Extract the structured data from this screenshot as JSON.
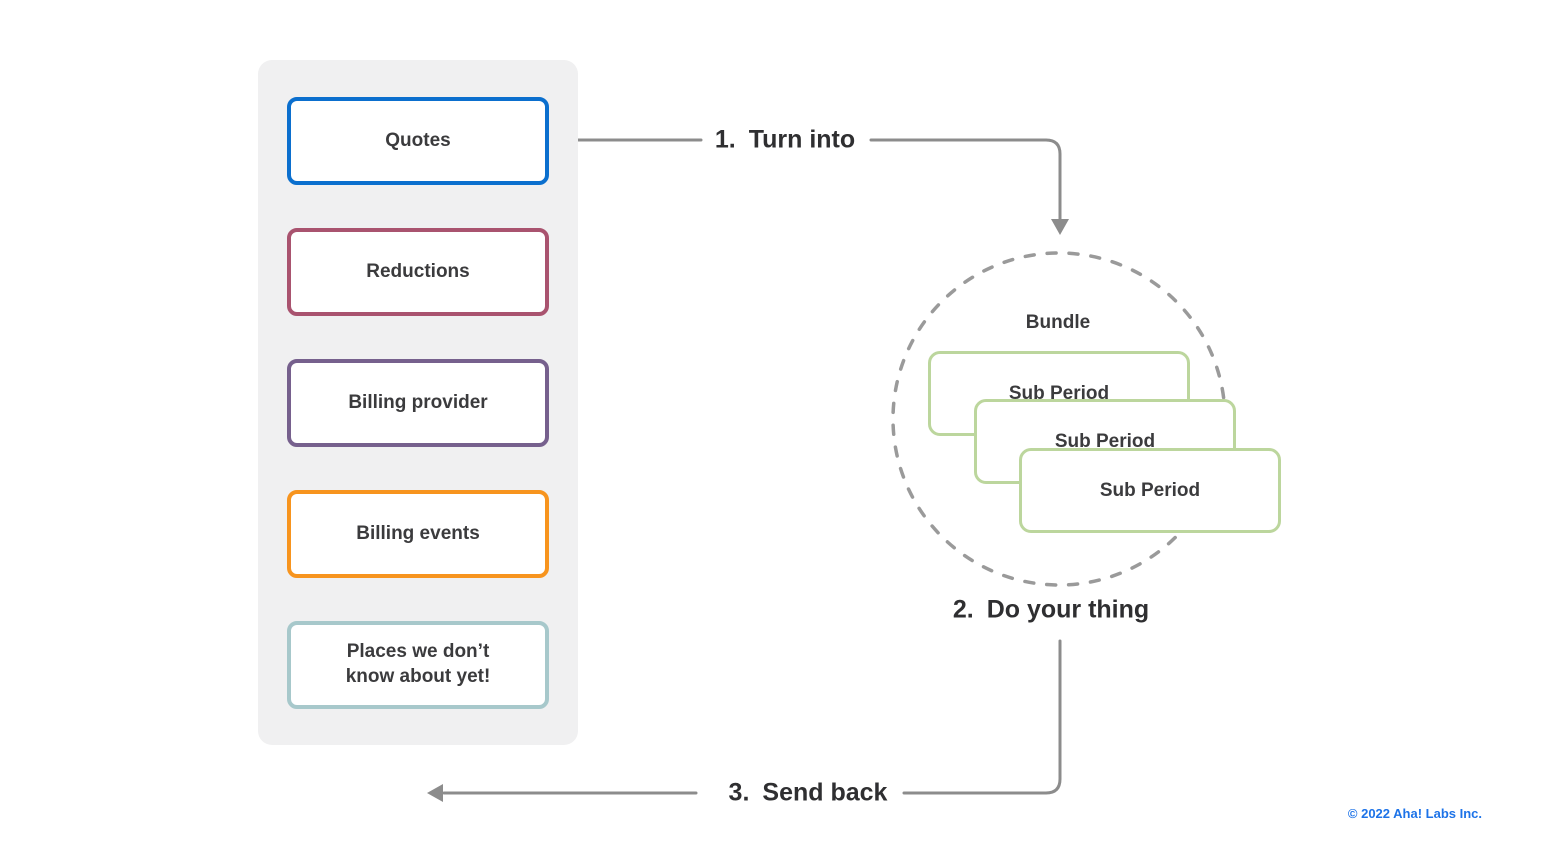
{
  "colors": {
    "panel_bg": "#f0f0f1",
    "arrow": "#8c8c8c",
    "circle": "#9a9a9a",
    "card_border": "#bcd69d",
    "text": "#3b3b3d",
    "step_text": "#2f2f31",
    "copyright": "#1d73e8"
  },
  "panel": {
    "boxes": [
      {
        "label": "Quotes",
        "border_color": "#0b6fce"
      },
      {
        "label": "Reductions",
        "border_color": "#a9536f"
      },
      {
        "label": "Billing provider",
        "border_color": "#76608d"
      },
      {
        "label": "Billing events",
        "border_color": "#f7941e"
      },
      {
        "label": "Places we don’t\nknow about yet!",
        "border_color": "#a7c8cb"
      }
    ]
  },
  "steps": [
    {
      "number": "1.",
      "text": "Turn into"
    },
    {
      "number": "2.",
      "text": "Do your thing"
    },
    {
      "number": "3.",
      "text": "Send back"
    }
  ],
  "bundle": {
    "label": "Bundle",
    "cards": [
      "Sub Period",
      "Sub Period",
      "Sub Period"
    ]
  },
  "footer": {
    "copyright": "© 2022 Aha! Labs Inc."
  }
}
